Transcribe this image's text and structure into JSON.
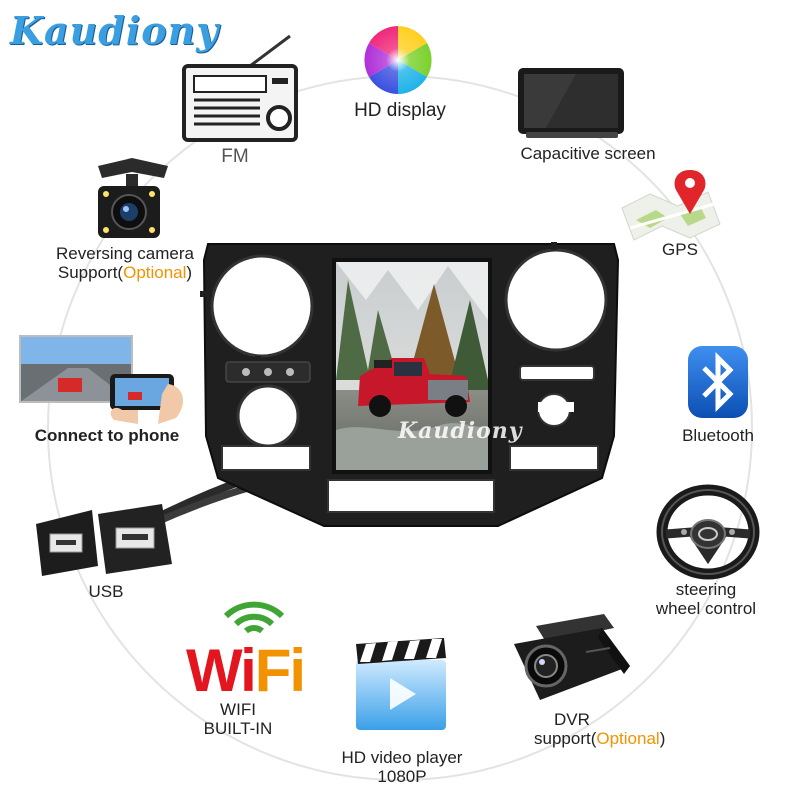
{
  "brand": "Kaudiony",
  "watermark": "Kaudiony",
  "features": {
    "hd_display": "HD display",
    "fm": "FM",
    "capacitive_screen": "Capacitive screen",
    "reversing_camera_line1": "Reversing camera",
    "reversing_camera_line2_prefix": "Support(",
    "reversing_camera_optional": "Optional",
    "reversing_camera_line2_suffix": ")",
    "gps": "GPS",
    "connect_to_phone": "Connect to phone",
    "bluetooth": "Bluetooth",
    "usb": "USB",
    "steering_line1": "steering",
    "steering_line2": "wheel control",
    "wifi_logo_wi": "Wi",
    "wifi_logo_fi": "Fi",
    "wifi_line1": "WIFI",
    "wifi_line2": "BUILT-IN",
    "video_line1": "HD video player",
    "video_line2": "1080P",
    "dvr_line1": "DVR",
    "dvr_line2_prefix": "support(",
    "dvr_optional": "Optional",
    "dvr_line2_suffix": ")"
  },
  "colors": {
    "brand_blue": "#3a9fe0",
    "optional_orange": "#f39200",
    "wifi_red": "#e3161f",
    "wifi_green": "#3fa535",
    "bluetooth_blue": "#1f6fd6",
    "gps_pin_red": "#e0252b",
    "panel_black": "#1e1e1e"
  },
  "icons": [
    "fm-radio-icon",
    "color-wheel-icon",
    "tablet-screen-icon",
    "reversing-camera-icon",
    "gps-map-icon",
    "phone-mirror-icon",
    "bluetooth-icon",
    "usb-cable-icon",
    "steering-wheel-icon",
    "wifi-icon",
    "video-player-icon",
    "dvr-camera-icon"
  ]
}
